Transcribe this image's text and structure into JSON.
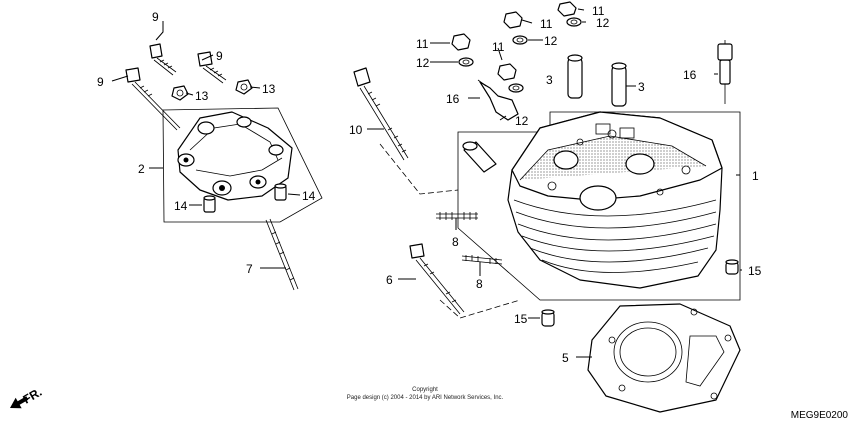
{
  "callouts": {
    "c1": "1",
    "c2": "2",
    "c3a": "3",
    "c3b": "3",
    "c5": "5",
    "c6": "6",
    "c7": "7",
    "c8a": "8",
    "c8b": "8",
    "c9a": "9",
    "c9b": "9",
    "c9c": "9",
    "c10": "10",
    "c11a": "11",
    "c11b": "11",
    "c11c": "11",
    "c11d": "11",
    "c12a": "12",
    "c12b": "12",
    "c12c": "12",
    "c12d": "12",
    "c13a": "13",
    "c13b": "13",
    "c14a": "14",
    "c14b": "14",
    "c15a": "15",
    "c15b": "15",
    "c16a": "16",
    "c16b": "16"
  },
  "copyright": {
    "line1": "Copyright",
    "line2": "Page design (c) 2004 - 2014 by ARI Network Services, Inc."
  },
  "diagram_code": "MEG9E0200",
  "front_marker": "FR."
}
